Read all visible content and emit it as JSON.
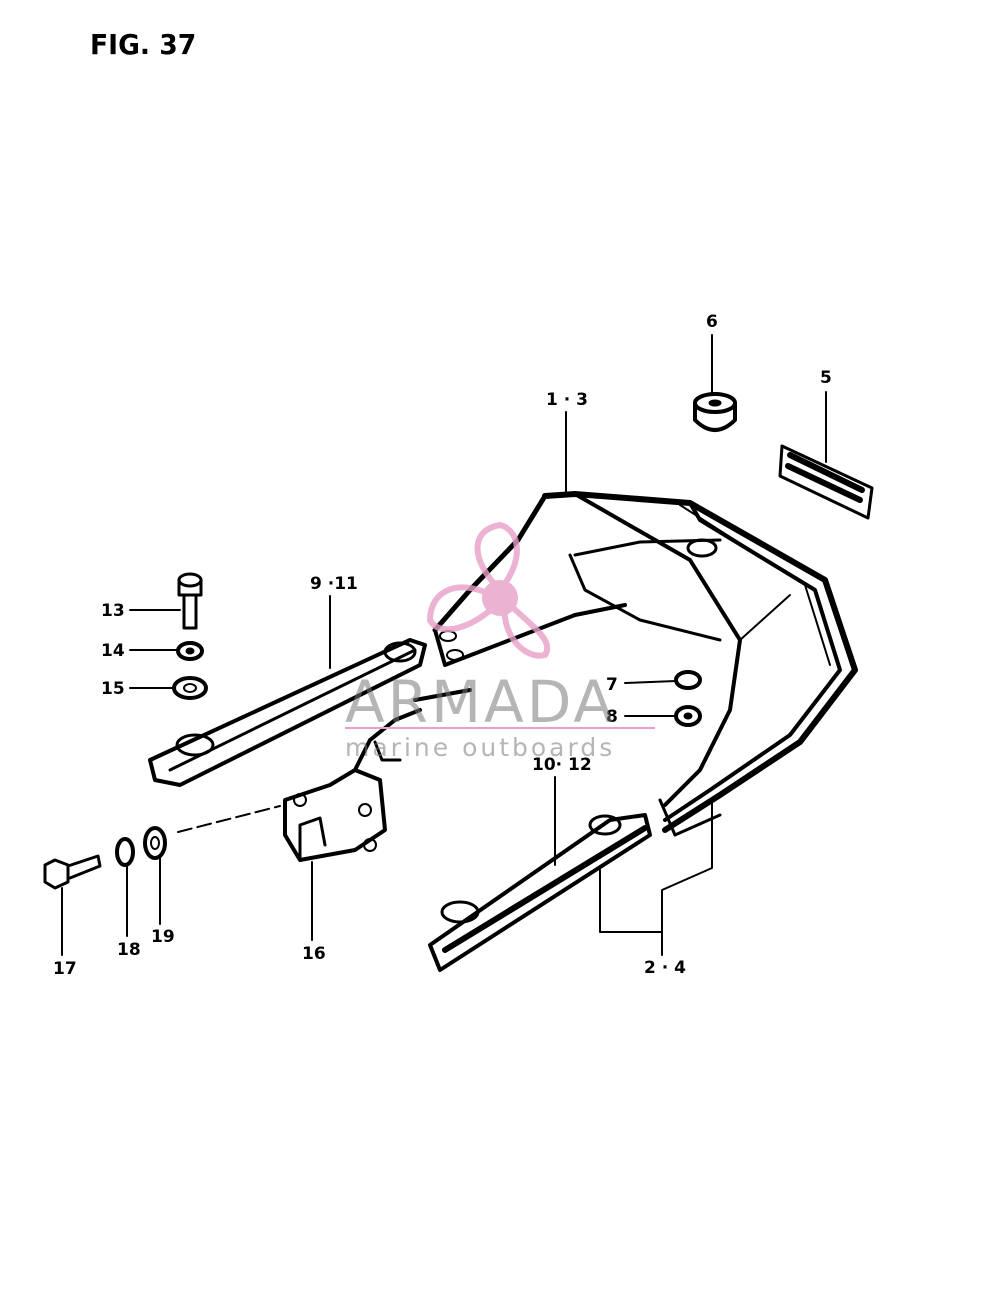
{
  "figure": {
    "title": "FIG. 37"
  },
  "callouts": {
    "c1_3": "1 · 3",
    "c2_4": "2 · 4",
    "c5": "5",
    "c6": "6",
    "c7": "7",
    "c8": "8",
    "c9_11": "9 ·11",
    "c10_12": "10· 12",
    "c13": "13",
    "c14": "14",
    "c15": "15",
    "c16": "16",
    "c17": "17",
    "c18": "18",
    "c19": "19"
  },
  "watermark": {
    "brand": "ARMADA",
    "tagline": "marine outboards",
    "accent_color": "#e8a0c8"
  },
  "icons": [
    "propeller-logo-icon"
  ]
}
